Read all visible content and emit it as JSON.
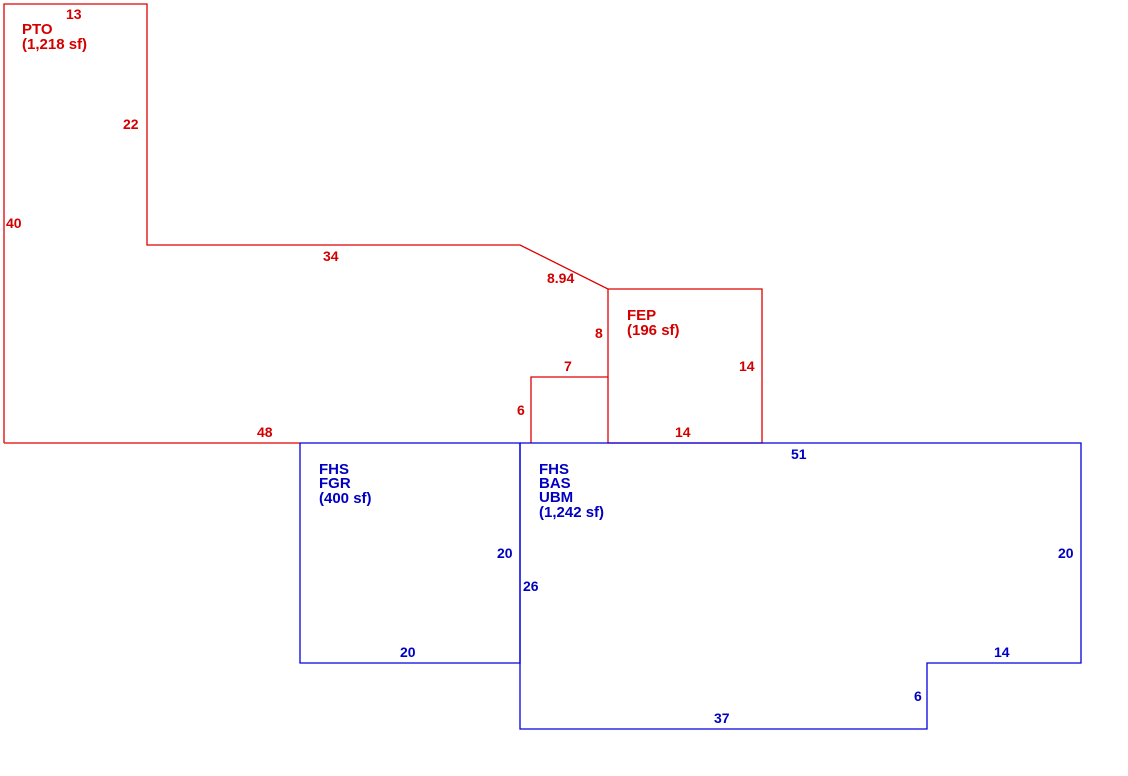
{
  "colors": {
    "red": "#d40000",
    "blue": "#0000c0"
  },
  "areas": {
    "pto": {
      "code": "PTO",
      "area": "(1,218 sf)"
    },
    "fep": {
      "code": "FEP",
      "area": "(196 sf)"
    },
    "garage": {
      "code1": "FHS",
      "code2": "FGR",
      "area": "(400 sf)"
    },
    "main": {
      "code1": "FHS",
      "code2": "BAS",
      "code3": "UBM",
      "area": "(1,242 sf)"
    }
  },
  "dims": {
    "pto_top": "13",
    "pto_right_upper": "22",
    "pto_left": "40",
    "pto_mid": "34",
    "pto_diag": "8.94",
    "pto_step_v": "8",
    "pto_step_h": "7",
    "pto_step_short": "6",
    "pto_bottom": "48",
    "fep_right": "14",
    "fep_bottom": "14",
    "main_top": "51",
    "garage_right": "20",
    "main_left": "26",
    "main_right": "20",
    "garage_bottom": "20",
    "main_notch_h": "14",
    "main_notch_v": "6",
    "main_bottom": "37"
  }
}
